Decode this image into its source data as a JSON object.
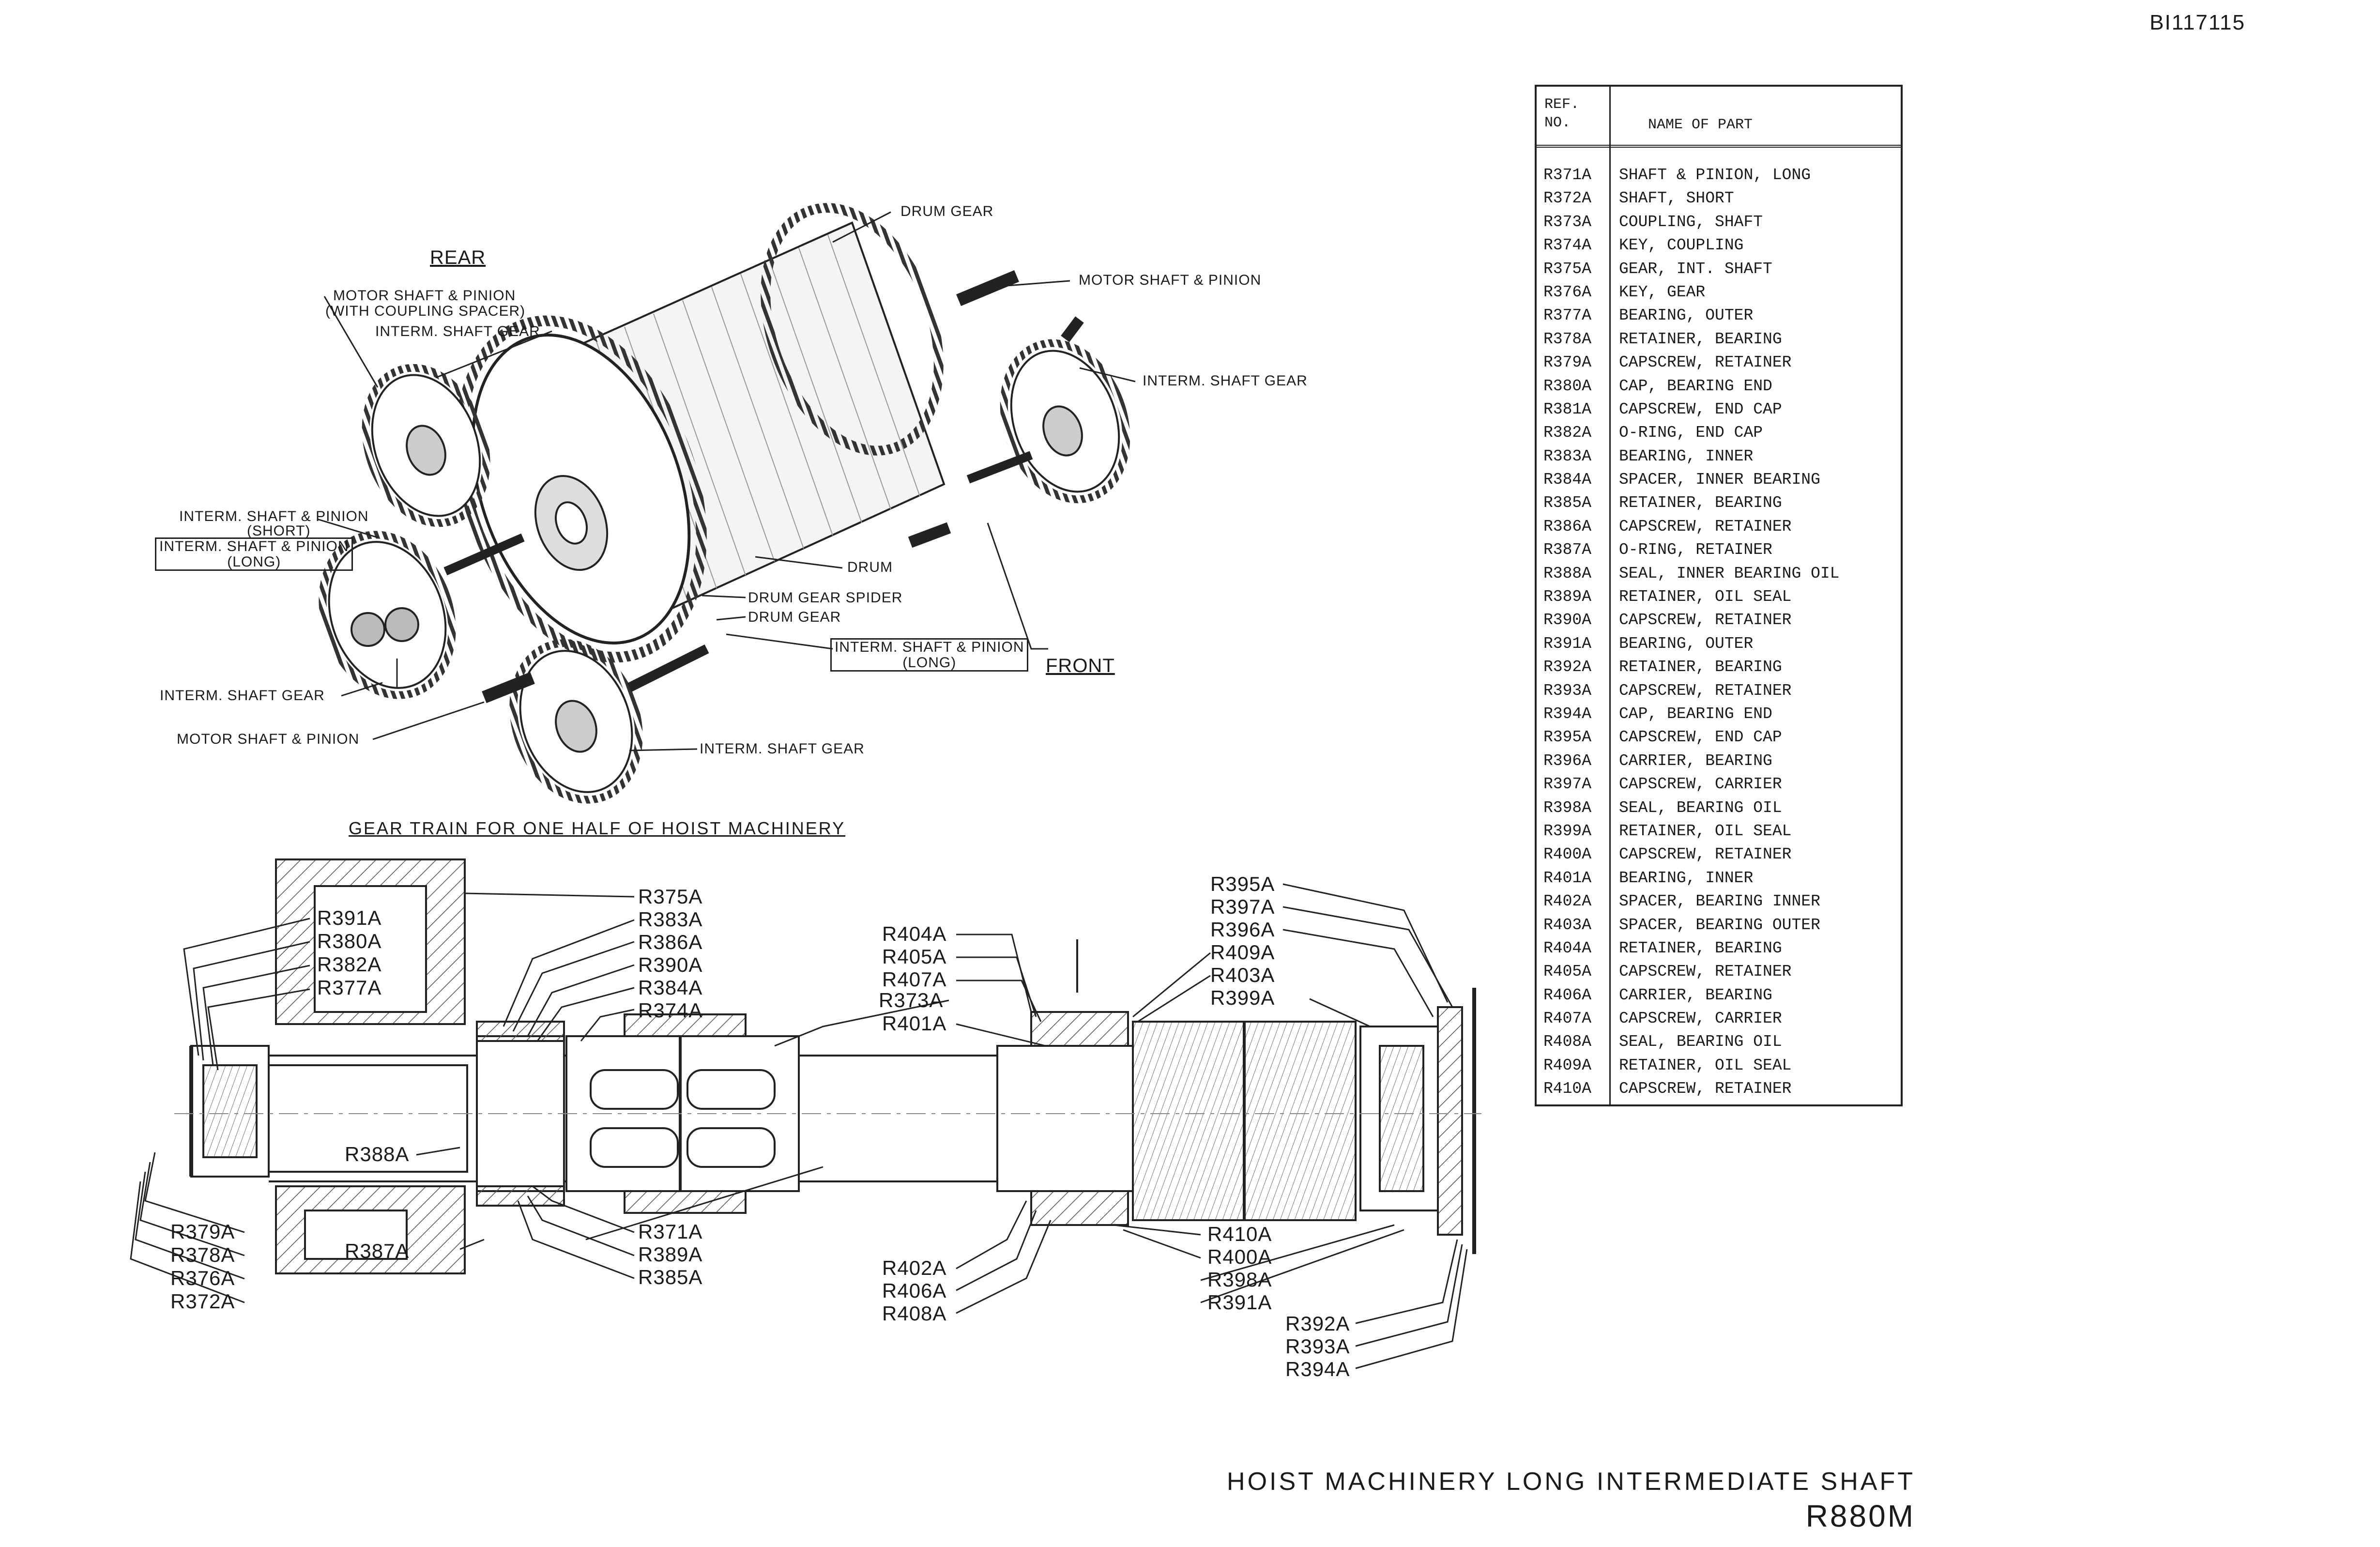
{
  "document_id": "BI117115",
  "gear_train": {
    "rear_label": "REAR",
    "front_label": "FRONT",
    "caption": "GEAR TRAIN FOR ONE HALF OF HOIST MACHINERY",
    "callouts": {
      "drum_gear_top": "DRUM GEAR",
      "motor_shaft_pinion_top": "MOTOR SHAFT & PINION",
      "interm_shaft_gear_right": "INTERM. SHAFT GEAR",
      "motor_shaft_pinion_spacer_line1": "MOTOR SHAFT & PINION",
      "motor_shaft_pinion_spacer_line2": "(WITH COUPLING SPACER)",
      "interm_shaft_gear_rear": "INTERM. SHAFT GEAR",
      "interm_short_line1": "INTERM. SHAFT & PINION",
      "interm_short_line2": "(SHORT)",
      "interm_long_line1": "INTERM. SHAFT & PINION",
      "interm_long_line2": "(LONG)",
      "drum": "DRUM",
      "drum_gear_spider": "DRUM GEAR SPIDER",
      "drum_gear_lower": "DRUM GEAR",
      "interm_long_front_line1": "INTERM. SHAFT & PINION",
      "interm_long_front_line2": "(LONG)",
      "interm_shaft_gear_left": "INTERM. SHAFT GEAR",
      "motor_shaft_pinion_bottom": "MOTOR SHAFT & PINION",
      "interm_shaft_gear_bottom": "INTERM. SHAFT GEAR"
    }
  },
  "section_refs": {
    "left_stack": [
      "R391A",
      "R380A",
      "R382A",
      "R377A"
    ],
    "top_mid": [
      "R375A",
      "R383A",
      "R386A",
      "R390A",
      "R384A",
      "R374A"
    ],
    "r373a": "R373A",
    "center_top": [
      "R404A",
      "R405A",
      "R407A"
    ],
    "r401a": "R401A",
    "right_top": [
      "R395A",
      "R397A",
      "R396A",
      "R409A",
      "R403A",
      "R399A"
    ],
    "r388a": "R388A",
    "left_bottom": [
      "R379A",
      "R378A",
      "R376A",
      "R372A"
    ],
    "r387a": "R387A",
    "bottom_mid": [
      "R371A",
      "R389A",
      "R385A"
    ],
    "center_bottom": [
      "R402A",
      "R406A",
      "R408A"
    ],
    "right_bottom": [
      "R410A",
      "R400A",
      "R398A",
      "R391A"
    ],
    "far_right_bottom": [
      "R392A",
      "R393A",
      "R394A"
    ]
  },
  "parts_table": {
    "header_ref_line1": "REF.",
    "header_ref_line2": "NO.",
    "header_name": "NAME OF PART",
    "rows": [
      {
        "ref": "R371A",
        "name": "SHAFT & PINION, LONG"
      },
      {
        "ref": "R372A",
        "name": "SHAFT, SHORT"
      },
      {
        "ref": "R373A",
        "name": "COUPLING, SHAFT"
      },
      {
        "ref": "R374A",
        "name": "KEY, COUPLING"
      },
      {
        "ref": "R375A",
        "name": "GEAR, INT. SHAFT"
      },
      {
        "ref": "R376A",
        "name": "KEY, GEAR"
      },
      {
        "ref": "R377A",
        "name": "BEARING, OUTER"
      },
      {
        "ref": "R378A",
        "name": "RETAINER, BEARING"
      },
      {
        "ref": "R379A",
        "name": "CAPSCREW, RETAINER"
      },
      {
        "ref": "R380A",
        "name": "CAP, BEARING END"
      },
      {
        "ref": "R381A",
        "name": "CAPSCREW, END CAP"
      },
      {
        "ref": "R382A",
        "name": "O-RING, END CAP"
      },
      {
        "ref": "R383A",
        "name": "BEARING, INNER"
      },
      {
        "ref": "R384A",
        "name": "SPACER, INNER BEARING"
      },
      {
        "ref": "R385A",
        "name": "RETAINER, BEARING"
      },
      {
        "ref": "R386A",
        "name": "CAPSCREW, RETAINER"
      },
      {
        "ref": "R387A",
        "name": "O-RING, RETAINER"
      },
      {
        "ref": "R388A",
        "name": "SEAL, INNER BEARING OIL"
      },
      {
        "ref": "R389A",
        "name": "RETAINER, OIL SEAL"
      },
      {
        "ref": "R390A",
        "name": "CAPSCREW, RETAINER"
      },
      {
        "ref": "R391A",
        "name": "BEARING, OUTER"
      },
      {
        "ref": "R392A",
        "name": "RETAINER, BEARING"
      },
      {
        "ref": "R393A",
        "name": "CAPSCREW, RETAINER"
      },
      {
        "ref": "R394A",
        "name": "CAP, BEARING END"
      },
      {
        "ref": "R395A",
        "name": "CAPSCREW, END CAP"
      },
      {
        "ref": "R396A",
        "name": "CARRIER, BEARING"
      },
      {
        "ref": "R397A",
        "name": "CAPSCREW, CARRIER"
      },
      {
        "ref": "R398A",
        "name": "SEAL, BEARING OIL"
      },
      {
        "ref": "R399A",
        "name": "RETAINER, OIL SEAL"
      },
      {
        "ref": "R400A",
        "name": "CAPSCREW, RETAINER"
      },
      {
        "ref": "R401A",
        "name": "BEARING, INNER"
      },
      {
        "ref": "R402A",
        "name": "SPACER, BEARING INNER"
      },
      {
        "ref": "R403A",
        "name": "SPACER, BEARING OUTER"
      },
      {
        "ref": "R404A",
        "name": "RETAINER, BEARING"
      },
      {
        "ref": "R405A",
        "name": "CAPSCREW, RETAINER"
      },
      {
        "ref": "R406A",
        "name": "CARRIER, BEARING"
      },
      {
        "ref": "R407A",
        "name": "CAPSCREW, CARRIER"
      },
      {
        "ref": "R408A",
        "name": "SEAL, BEARING OIL"
      },
      {
        "ref": "R409A",
        "name": "RETAINER, OIL SEAL"
      },
      {
        "ref": "R410A",
        "name": "CAPSCREW, RETAINER"
      }
    ]
  },
  "drawing_title": "HOIST MACHINERY LONG INTERMEDIATE SHAFT",
  "drawing_number": "R880M"
}
